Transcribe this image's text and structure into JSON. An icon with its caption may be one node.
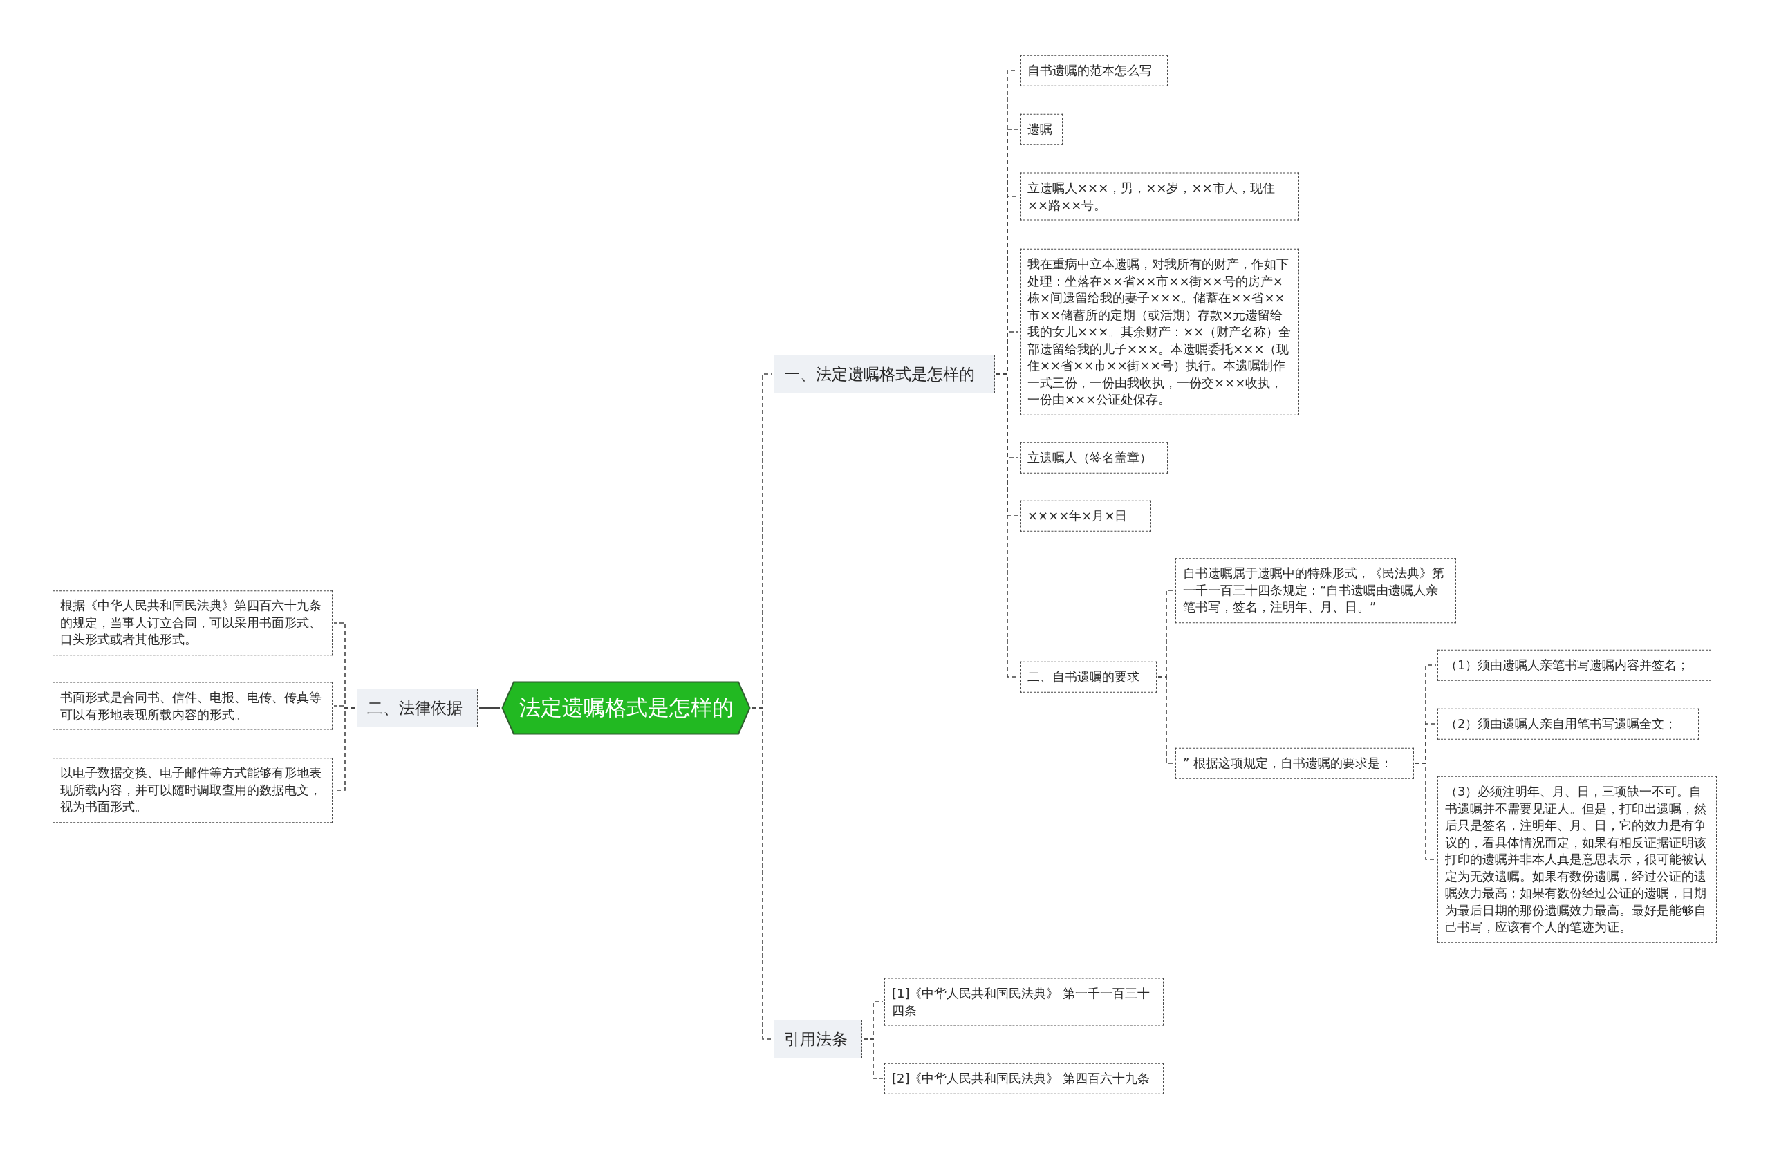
{
  "diagram": {
    "nodes": [
      {
        "text": [
          "法定遗嘱格式是怎样的"
        ]
      },
      {
        "text": [
          "一、法定遗嘱格式是怎样的"
        ]
      },
      {
        "text": [
          "自书遗嘱的范本怎么写"
        ]
      },
      {
        "text": [
          "遗嘱"
        ]
      },
      {
        "text": [
          "立遗嘱人×××，男，××岁，××市人，现住××路××号。"
        ]
      },
      {
        "text": [
          "我在重病中立本遗嘱，对我所有的财产，作如下处理：坐落在××省××市××街××号的房产×栋×间遗留给我的妻子×××。储蓄在××省××市××储蓄所的定期（或活期）存款×元遗留给我的女儿×××。其余财产：××（财产名称）全部遗留给我的儿子×××。本遗嘱委托×××（现住××省××市××街××号）执行。本遗嘱制作一式三份，一份由我收执，一份交×××收执，一份由×××公证处保存。"
        ]
      },
      {
        "text": [
          "立遗嘱人（签名盖章）"
        ]
      },
      {
        "text": [
          "××××年×月×日"
        ]
      },
      {
        "text": [
          "二、自书遗嘱的要求"
        ]
      },
      {
        "text": [
          "自书遗嘱属于遗嘱中的特殊形式，《民法典》第一千一百三十四条规定：“自书遗嘱由遗嘱人亲笔书写，签名，注明年、月、日。”"
        ]
      },
      {
        "text": [
          "” 根据这项规定，自书遗嘱的要求是："
        ]
      },
      {
        "text": [
          "（1）须由遗嘱人亲笔书写遗嘱内容并签名；"
        ]
      },
      {
        "text": [
          "（2）须由遗嘱人亲自用笔书写遗嘱全文；"
        ]
      },
      {
        "text": [
          "（3）必须注明年、月、日，三项缺一不可。自书遗嘱并不需要见证人。但是，打印出遗嘱，然后只是签名，注明年、月、日，它的效力是有争议的，看具体情况而定，如果有相反证据证明该打印的遗嘱并非本人真是意思表示，很可能被认定为无效遗嘱。如果有数份遗嘱，经过公证的遗嘱效力最高；如果有数份经过公证的遗嘱，日期为最后日期的那份遗嘱效力最高。最好是能够自己书写，应该有个人的笔迹为证。"
        ]
      },
      {
        "text": [
          "引用法条"
        ]
      },
      {
        "text": [
          "[1]《中华人民共和国民法典》 第一千一百三十四条"
        ]
      },
      {
        "text": [
          "[2]《中华人民共和国民法典》 第四百六十九条"
        ]
      },
      {
        "text": [
          "二、法律依据"
        ]
      },
      {
        "text": [
          "根据《中华人民共和国民法典》第四百六十九条的规定，当事人订立合同，可以采用书面形式、口头形式或者其他形式。"
        ]
      },
      {
        "text": [
          "书面形式是合同书、信件、电报、电传、传真等可以有形地表现所载内容的形式。"
        ]
      },
      {
        "text": [
          "以电子数据交换、电子邮件等方式能够有形地表现所载内容，并可以随时调取查用的数据电文，视为书面形式。"
        ]
      }
    ],
    "edges": [
      {
        "from": 0,
        "to": 1,
        "arrow": "none",
        "style": "dashed"
      },
      {
        "from": 1,
        "to": 2,
        "arrow": "none",
        "style": "dashed"
      },
      {
        "from": 1,
        "to": 3,
        "arrow": "none",
        "style": "dashed"
      },
      {
        "from": 1,
        "to": 4,
        "arrow": "none",
        "style": "dashed"
      },
      {
        "from": 1,
        "to": 5,
        "arrow": "none",
        "style": "dashed"
      },
      {
        "from": 1,
        "to": 6,
        "arrow": "none",
        "style": "dashed"
      },
      {
        "from": 1,
        "to": 7,
        "arrow": "none",
        "style": "dashed"
      },
      {
        "from": 1,
        "to": 8,
        "arrow": "none",
        "style": "dashed"
      },
      {
        "from": 8,
        "to": 9,
        "arrow": "none",
        "style": "dashed"
      },
      {
        "from": 8,
        "to": 10,
        "arrow": "none",
        "style": "dashed"
      },
      {
        "from": 10,
        "to": 11,
        "arrow": "none",
        "style": "dashed"
      },
      {
        "from": 10,
        "to": 12,
        "arrow": "none",
        "style": "dashed"
      },
      {
        "from": 10,
        "to": 13,
        "arrow": "none",
        "style": "dashed"
      },
      {
        "from": 0,
        "to": 14,
        "arrow": "none",
        "style": "dashed"
      },
      {
        "from": 14,
        "to": 15,
        "arrow": "none",
        "style": "dashed"
      },
      {
        "from": 14,
        "to": 16,
        "arrow": "none",
        "style": "dashed"
      },
      {
        "from": 0,
        "to": 17,
        "arrow": "none"
      },
      {
        "from": 17,
        "to": 18,
        "arrow": "none",
        "style": "dashed"
      },
      {
        "from": 17,
        "to": 19,
        "arrow": "none",
        "style": "dashed"
      },
      {
        "from": 17,
        "to": 20,
        "arrow": "none",
        "style": "dashed"
      }
    ]
  }
}
